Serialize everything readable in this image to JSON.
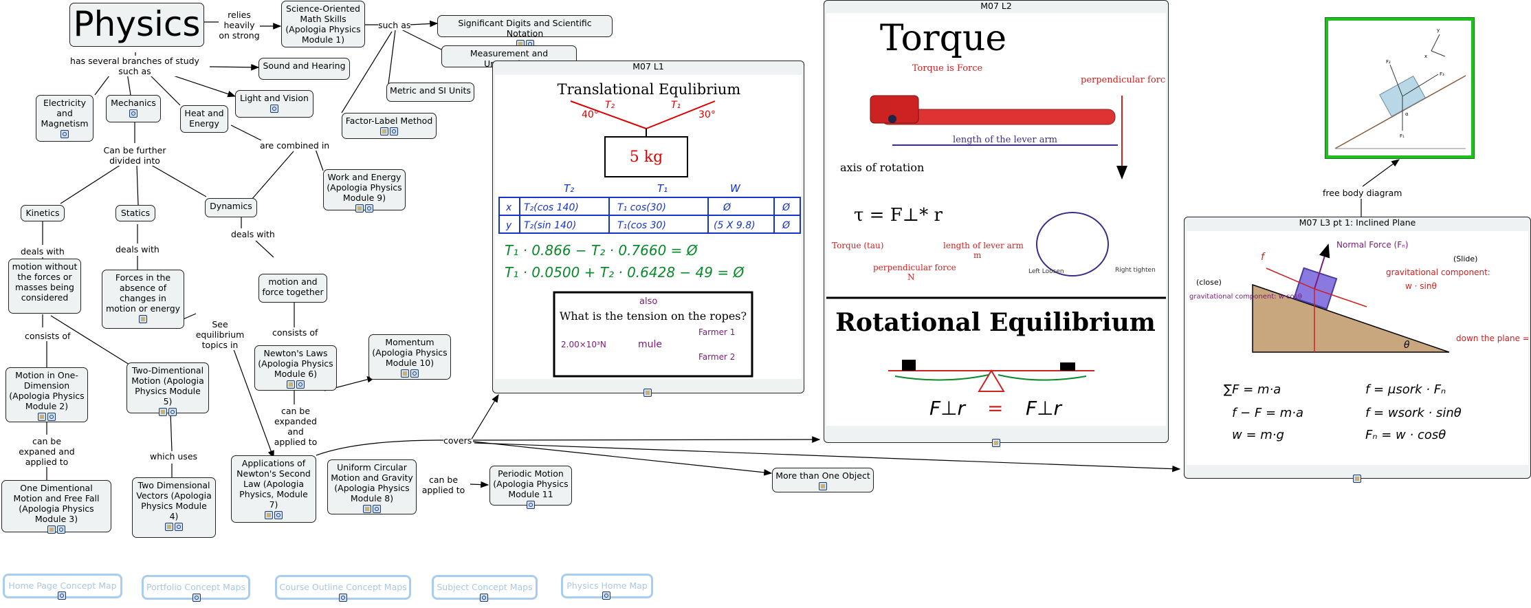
{
  "nodes": {
    "physics": "Physics",
    "science_math": "Science-Oriented Math Skills (Apologia Physics Module 1)",
    "sig_digits": "Significant Digits and Scientific Notation",
    "measurement": "Measurement and Uncertainty",
    "metric": "Metric and SI Units",
    "factor_label": "Factor-Label Method",
    "sound": "Sound and Hearing",
    "light": "Light and Vision",
    "electricity": "Electricity and Magnetism",
    "mechanics": "Mechanics",
    "heat": "Heat and Energy",
    "work_energy": "Work and Energy (Apologia Physics Module 9)",
    "kinetics": "Kinetics",
    "statics": "Statics",
    "dynamics": "Dynamics",
    "motion_without": "motion without the forces or masses being considered",
    "forces_absence": "Forces in the absence of changes in motion or energy",
    "motion_force": "motion and force together",
    "newtons_laws": "Newton's Laws (Apologia Physics Module 6)",
    "momentum": "Momentum (Apologia Physics Module 10)",
    "motion_1d": "Motion in One-Dimension (Apologia Physics Module 2)",
    "motion_2d": "Two-Dimentional Motion (Apologia Physics Module 5)",
    "free_fall": "One Dimentional Motion and Free Fall (Apologia Physics Module 3)",
    "vectors_2d": "Two Dimensional Vectors (Apologia Physics Module 4)",
    "applications": "Applications of Newton's Second Law (Apologia Physics, Module 7)",
    "circular": "Uniform Circular Motion and Gravity (Apologia Physics Module 8)",
    "periodic": "Periodic Motion (Apologia Physics Module 11",
    "more_objects": "More than One Object"
  },
  "phrases": {
    "relies": "relies heavily on strong",
    "such_as": "such as",
    "branches": "has several branches of study such as",
    "further_divided": "Can be further divided into",
    "combined": "are combined in",
    "deals_with_1": "deals with",
    "deals_with_2": "deals with",
    "deals_with_3": "deals with",
    "consists_1": "consists of",
    "consists_2": "consists of",
    "see_eq": "See equilibrium topics in",
    "expanded": "can be expanded and applied to",
    "expaned": "can be expaned and applied to",
    "which_uses": "which uses",
    "covers": "covers",
    "applied_to": "can be applied to",
    "free_body": "free body diagram"
  },
  "panels": {
    "l1": {
      "title": "M07 L1",
      "heading": "Translational Equlibrium",
      "mass": "5 kg",
      "angle_left": "40°",
      "angle_right": "30°",
      "label_t2": "T₂",
      "label_t1": "T₁",
      "col_t2": "T₂",
      "col_t1": "T₁",
      "col_w": "W",
      "row_x": "x",
      "row_y": "y",
      "x_t2": "T₂(cos 140)",
      "x_t1": "T₁ cos(30)",
      "x_w": "Ø",
      "x_eq": "Ø",
      "y_t2": "T₂(sin 140)",
      "y_t1": "T₁(cos 30)",
      "y_w": "(5 X 9.8)",
      "y_eq": "Ø",
      "eq1": "T₁ · 0.866 − T₂ · 0.7660 = Ø",
      "eq2": "T₁ · 0.0500 + T₂ · 0.6428 − 49 = Ø",
      "also": "also",
      "question": "What is the tension on the ropes?",
      "answer": "2.00×10³N",
      "mule": "mule",
      "farmer1": "Farmer 1",
      "farmer2": "Farmer 2"
    },
    "l2": {
      "title": "M07 L2",
      "heading": "Torque",
      "subtitle": "Torque is Force",
      "perp_force": "perpendicular force",
      "lever_arm": "length of the lever arm",
      "axis": "axis of rotation",
      "formula": "τ = F⊥* r",
      "tau": "Torque (tau)",
      "perp_force_n": "perpendicular force",
      "unit_n": "N",
      "lever_arm_m": "length of lever arm",
      "unit_m": "m",
      "left_loosen": "Left Loosen",
      "right_tighten": "Right tighten",
      "heading2": "Rotational Equilibrium",
      "balance_left": "F⊥r",
      "balance_eq": "=",
      "balance_right": "F⊥r"
    },
    "l3": {
      "title": "M07 L3 pt 1: Inclined Plane",
      "normal": "Normal Force (Fₙ)",
      "f": "f",
      "slide": "(Slide)",
      "close": "(close)",
      "grav_close": "gravitational component: w·cosθ",
      "grav_slide": "gravitational component:",
      "w_sin": "w · sinθ",
      "theta": "θ",
      "down_neg": "down the plane = neg.",
      "eq1": "∑F = m·a",
      "eq2": "f − F = m·a",
      "eq3": "w = m·g",
      "eq4": "f = μsork · Fₙ",
      "eq5": "f = wsork · sinθ",
      "eq6": "Fₙ = w · cosθ"
    },
    "fbd": {
      "fy": "y",
      "fx": "x",
      "f2": "F₂",
      "f3": "F₃",
      "f1": "F₁",
      "alpha": "α"
    }
  },
  "nav": [
    "Home Page Concept Map",
    "Portfolio Concept Maps",
    "Course Outline Concept Maps",
    "Subject Concept Maps",
    "Physics Home Map"
  ],
  "colors": {
    "node_bg": "#eef2f2",
    "nav_border": "#a9cdf0",
    "nav_text": "#a9c7e3",
    "highlight_border": "#1fbf1f"
  }
}
